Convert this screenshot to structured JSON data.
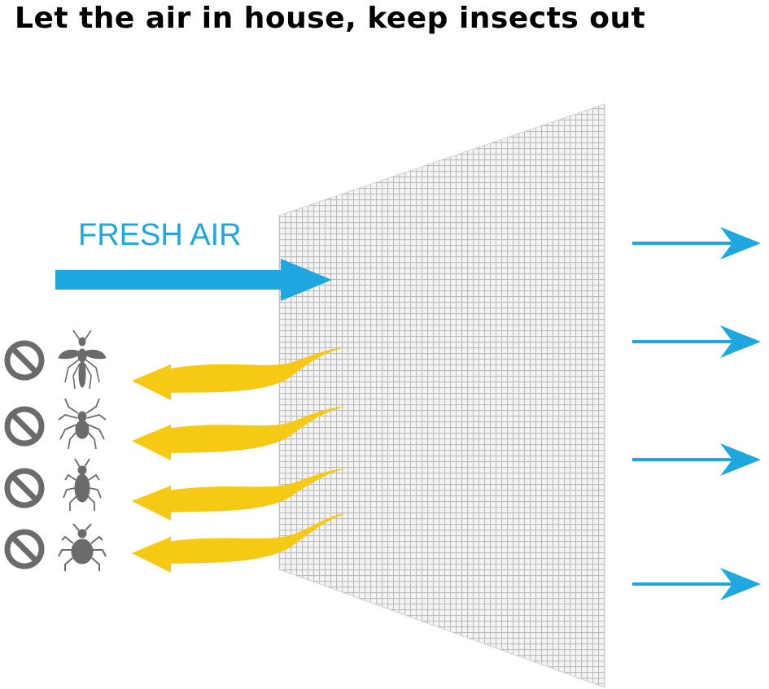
{
  "headline": "Let the air in house, keep insects out",
  "fresh_air_label": "FRESH AIR",
  "colors": {
    "air_blue": "#1fa7df",
    "insect_yellow": "#f6c915",
    "icon_gray": "#6b6b6b",
    "mesh_gray": "#c9c9c9"
  },
  "blocked_insects": [
    {
      "icon": "mosquito-icon"
    },
    {
      "icon": "spider-icon"
    },
    {
      "icon": "cockroach-icon"
    },
    {
      "icon": "mite-icon"
    }
  ],
  "outgoing_air_arrows": 4,
  "deflected_arrows": 4
}
